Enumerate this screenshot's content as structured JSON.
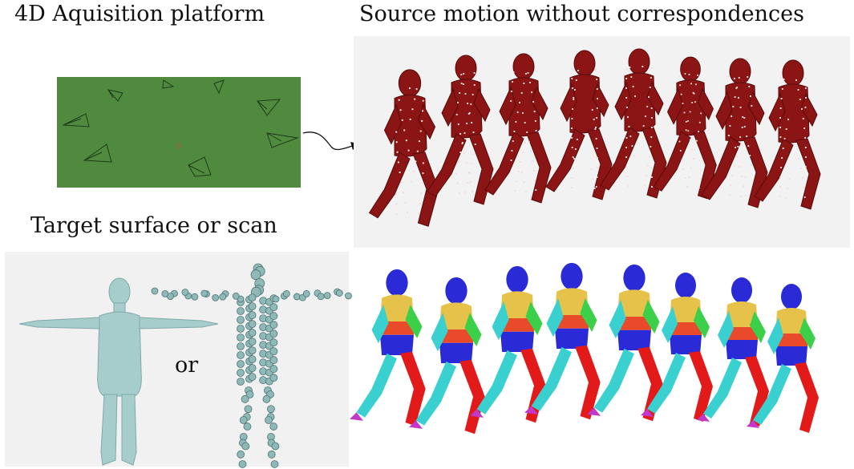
{
  "labels": {
    "platform_title": "4D Aquisition platform",
    "source_title": "Source motion without correspondences",
    "target_title": "Target surface or scan",
    "or_word": "or"
  },
  "colors": {
    "platform_green": "#4f8a3f",
    "source_red": "#8b1414",
    "scan_teal": "#8fb8b8",
    "template_teal": "#a6cccb"
  },
  "icons": {
    "camera": "camera-frustum-icon",
    "arrow": "curved-arrow-icon"
  }
}
